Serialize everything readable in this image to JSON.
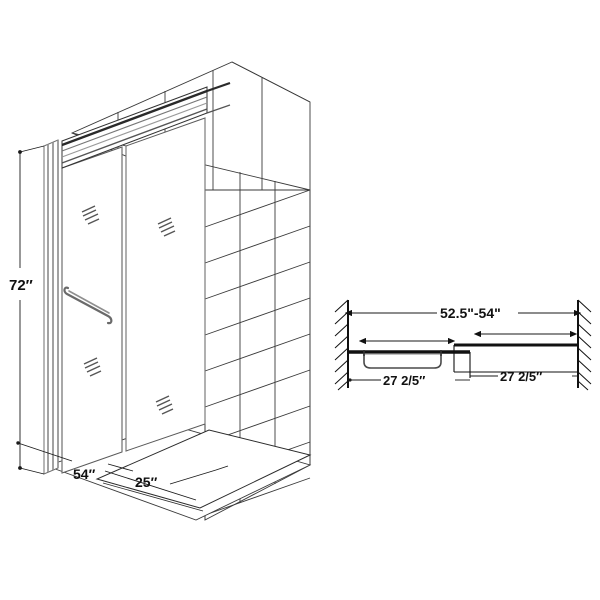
{
  "document": {
    "type": "technical-drawing",
    "subject": "Sliding shower door enclosure",
    "views": [
      "isometric-3d-view",
      "top-plan-view"
    ],
    "background_color": "#ffffff",
    "line_color": "#1a1a1a",
    "glass_color": "#ffffff",
    "frame_color": "#8a8a8a"
  },
  "iso_view": {
    "name": "isometric-shower-enclosure",
    "dimensions": {
      "height": {
        "label": "72″",
        "value": 72,
        "unit": "inch",
        "orientation": "vertical",
        "position": "left"
      },
      "width": {
        "label": "54″",
        "value": 54,
        "unit": "inch",
        "orientation": "diagonal",
        "position": "bottom-left"
      },
      "depth": {
        "label": "25″",
        "value": 25,
        "unit": "inch",
        "orientation": "diagonal",
        "position": "bottom-right"
      }
    },
    "components": {
      "left_door_panel": "sliding-glass-panel",
      "right_door_panel": "fixed-glass-panel",
      "top_rail": "header-track",
      "bottom_track": "threshold-track",
      "handle": "towel-bar-handle",
      "tiled_wall": "tile-grid-wall"
    }
  },
  "top_view": {
    "name": "top-plan-view",
    "dimensions": {
      "overall": {
        "label": "52.5\"-54\"",
        "min": 52.5,
        "max": 54,
        "unit": "inch",
        "position": "top"
      },
      "left_panel": {
        "label": "27 2/5″",
        "value": 27.4,
        "unit": "inch",
        "position": "bottom-left"
      },
      "right_panel": {
        "label": "27 2/5″",
        "value": 27.4,
        "unit": "inch",
        "position": "bottom-right"
      }
    },
    "components": {
      "left_wall": "hatched-wall-section",
      "right_wall": "hatched-wall-section",
      "sliding_panel": "sliding-glass-panel",
      "fixed_panel": "fixed-glass-panel",
      "handle": "door-handle-bar"
    }
  }
}
